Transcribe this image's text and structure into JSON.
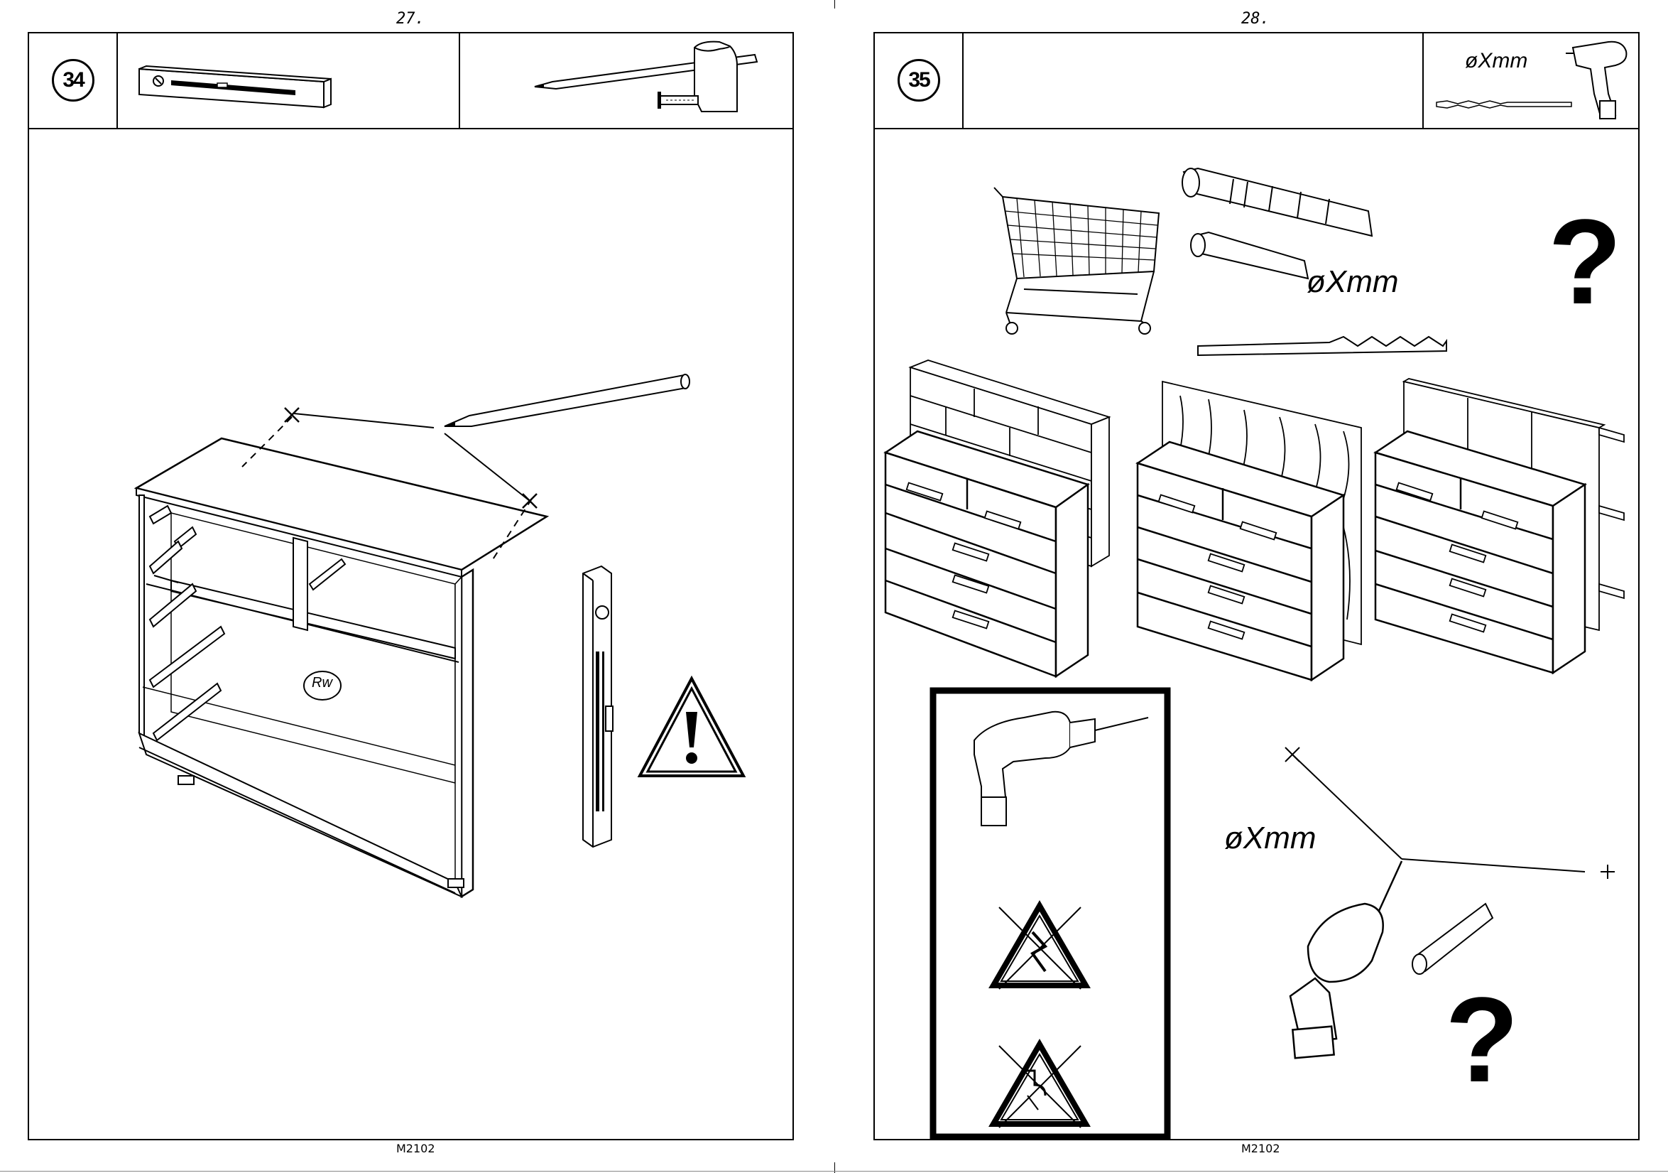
{
  "left_page": {
    "page_number": "27.",
    "step": "34",
    "marker": "Rw",
    "footer": "M2102"
  },
  "right_page": {
    "page_number": "28.",
    "step": "35",
    "drill_label": "øXmm",
    "plug_label": "øXmm",
    "drill_label_lower": "øXmm",
    "question_mark": "?",
    "footer": "M2102"
  },
  "icons": [
    "spirit-level-icon",
    "pencil-icon",
    "tape-measure-icon",
    "warning-icon",
    "shopping-cart-icon",
    "wall-plug-icon",
    "drill-bit-icon",
    "cordless-drill-icon",
    "no-electric-cable-icon",
    "no-water-pipe-icon"
  ]
}
